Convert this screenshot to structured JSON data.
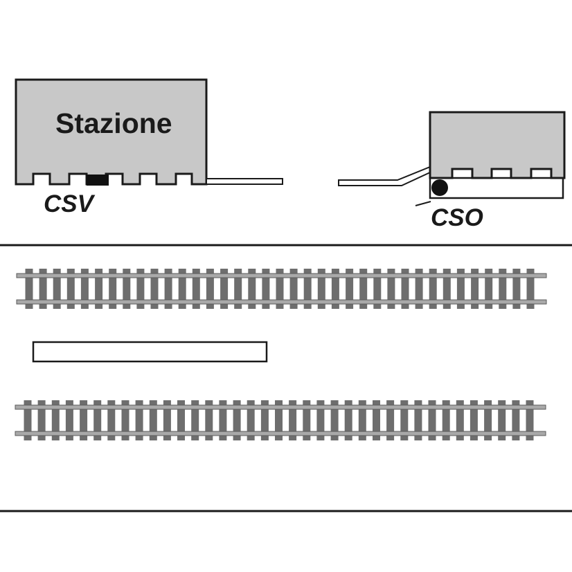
{
  "station": {
    "name": "Stazione",
    "label": "CSV"
  },
  "ramp": {
    "label": "CSO"
  },
  "track_upper": {
    "sleeper_count": 37
  },
  "track_lower": {
    "sleeper_count": 37
  },
  "colors": {
    "fill_gray": "#c8c8c8",
    "outline": "#1a1a1a",
    "rail": "#a9a9a9",
    "sleeper": "#6e6e6e",
    "divider": "#1a1a1a"
  }
}
